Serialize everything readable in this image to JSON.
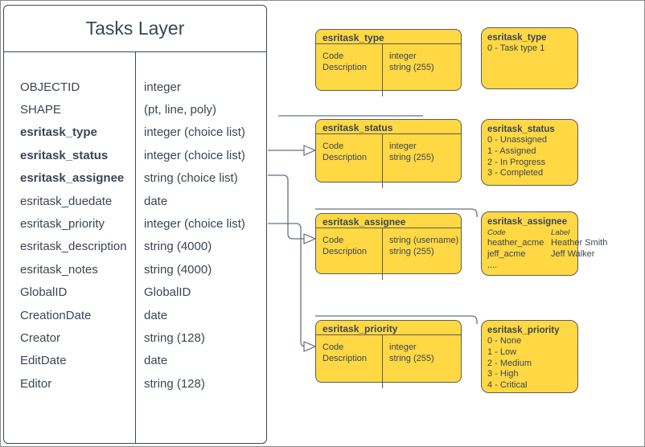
{
  "main_table": {
    "title": "Tasks Layer",
    "fields": [
      {
        "name": "OBJECTID",
        "type": "integer"
      },
      {
        "name": "SHAPE",
        "type": "(pt, line, poly)"
      },
      {
        "name": "esritask_type",
        "type": "integer (choice list)"
      },
      {
        "name": "esritask_status",
        "type": "integer (choice list)"
      },
      {
        "name": "esritask_assignee",
        "type": "string (choice list)"
      },
      {
        "name": "esritask_duedate",
        "type": "date"
      },
      {
        "name": "esritask_priority",
        "type": "integer (choice list)"
      },
      {
        "name": "esritask_description",
        "type": "string (4000)"
      },
      {
        "name": "esritask_notes",
        "type": "string (4000)"
      },
      {
        "name": "GlobalID",
        "type": "GlobalID"
      },
      {
        "name": "CreationDate",
        "type": "date"
      },
      {
        "name": "Creator",
        "type": "string (128)"
      },
      {
        "name": "EditDate",
        "type": "date"
      },
      {
        "name": "Editor",
        "type": "string (128)"
      }
    ]
  },
  "domain_tables": [
    {
      "title": "esritask_type",
      "rows": [
        {
          "label": "Code",
          "type": "integer"
        },
        {
          "label": "Description",
          "type": "string (255)"
        }
      ]
    },
    {
      "title": "esritask_status",
      "rows": [
        {
          "label": "Code",
          "type": "integer"
        },
        {
          "label": "Description",
          "type": "string (255)"
        }
      ]
    },
    {
      "title": "esritask_assignee",
      "rows": [
        {
          "label": "Code",
          "type": "string  (username)"
        },
        {
          "label": "Description",
          "type": "string (255)"
        }
      ]
    },
    {
      "title": "esritask_priority",
      "rows": [
        {
          "label": "Code",
          "type": "integer"
        },
        {
          "label": "Description",
          "type": "string (255)"
        }
      ]
    }
  ],
  "domain_values": [
    {
      "title": "esritask_type",
      "items": [
        "0 - Task type 1"
      ]
    },
    {
      "title": "esritask_status",
      "items": [
        "0 - Unassigned",
        "1 - Assigned",
        "2 - In Progress",
        "3 - Completed"
      ]
    },
    {
      "title": "esritask_assignee",
      "col_headers": [
        "Code",
        "Label"
      ],
      "entries": [
        {
          "code": "heather_acme",
          "label": "Heather Smith"
        },
        {
          "code": "jeff_acme",
          "label": "Jeff Walker"
        }
      ],
      "ellipsis": "...."
    },
    {
      "title": "esritask_priority",
      "items": [
        "0 - None",
        "1 - Low",
        "2 - Medium",
        "3 - High",
        "4 - Critical"
      ]
    }
  ],
  "colors": {
    "node_fill": "#ffd843",
    "node_stroke": "#5c5c5c",
    "text": "#3a4654",
    "connector": "#667080",
    "background": "#ffffff"
  }
}
